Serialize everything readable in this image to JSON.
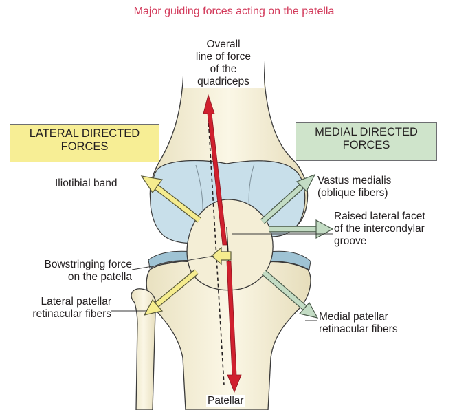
{
  "title": "Major guiding forces acting on the patella",
  "boxes": {
    "lateral": {
      "text": "LATERAL DIRECTED\nFORCES",
      "color": "#f7ee95"
    },
    "medial": {
      "text": "MEDIAL DIRECTED\nFORCES",
      "color": "#cfe4cb"
    }
  },
  "labels": {
    "quadriceps": "Overall\nline of force\nof the\nquadriceps",
    "iliotibial": "Iliotibial band",
    "vastus": "Vastus medialis\n(oblique fibers)",
    "raised_facet": "Raised lateral facet\nof the intercondylar\ngroove",
    "bowstring": "Bowstringing force\non the patella",
    "lateral_retinacular": "Lateral patellar\nretinacular fibers",
    "medial_retinacular": "Medial patellar\nretinacular fibers",
    "patellar": "Patellar"
  },
  "colors": {
    "lateral_arrow": "#f5ec8e",
    "medial_arrow": "#c3dcc4",
    "quadriceps_arrow": "#d0202e",
    "bone": "#f6f0d8",
    "cartilage": "#c8dfea"
  }
}
